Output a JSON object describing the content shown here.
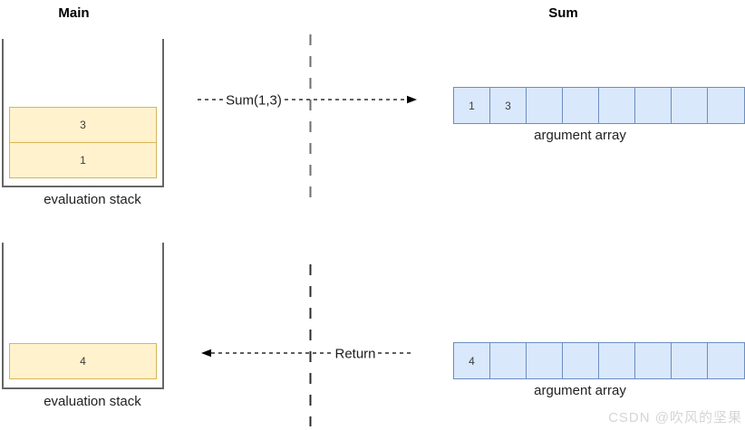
{
  "columns": {
    "main": {
      "title": "Main"
    },
    "sum": {
      "title": "Sum"
    }
  },
  "top_row": {
    "stack": {
      "label": "evaluation stack",
      "items": [
        "3",
        "1"
      ]
    },
    "call_arrow_label": "Sum(1,3)",
    "array": {
      "label": "argument array",
      "cells": [
        "1",
        "3",
        "",
        "",
        "",
        "",
        "",
        ""
      ]
    }
  },
  "bottom_row": {
    "stack": {
      "label": "evaluation stack",
      "items": [
        "4"
      ]
    },
    "return_arrow_label": "Return",
    "array": {
      "label": "argument array",
      "cells": [
        "4",
        "",
        "",
        "",
        "",
        "",
        "",
        ""
      ]
    }
  },
  "watermark": "CSDN @吹风的坚果",
  "colors": {
    "stack_fill": "#FFF2CC",
    "stack_border": "#D6B656",
    "array_fill": "#DAE8FC",
    "array_border": "#6C8EBF",
    "container_stroke": "#666666",
    "arrow": "#000000"
  }
}
